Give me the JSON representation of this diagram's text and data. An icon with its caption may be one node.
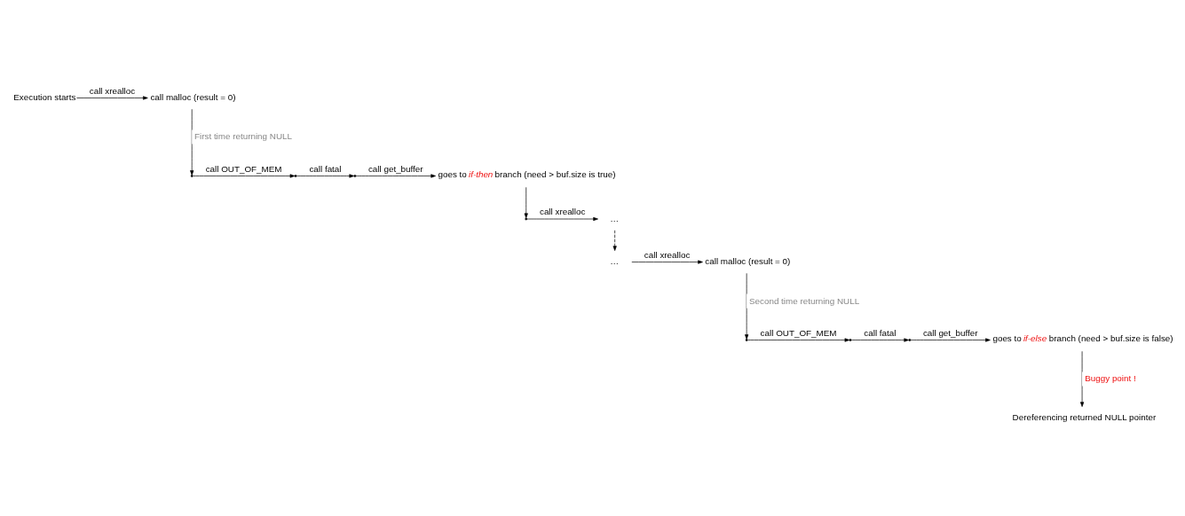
{
  "diagram": {
    "nodes": [
      {
        "text": [
          "Execution starts"
        ]
      },
      {
        "text": [
          "call malloc (result = 0)"
        ]
      },
      {
        "text": [],
        "shape": "point"
      },
      {
        "text": [],
        "shape": "point"
      },
      {
        "text": [],
        "shape": "point"
      },
      {
        "text": [
          "goes to *if-then* branch (need > buf.size is true)"
        ]
      },
      {
        "text": [],
        "shape": "point"
      },
      {
        "text": [
          "…"
        ]
      },
      {
        "text": [
          "…"
        ]
      },
      {
        "text": [
          "call malloc (result = 0)"
        ]
      },
      {
        "text": [],
        "shape": "point"
      },
      {
        "text": [],
        "shape": "point"
      },
      {
        "text": [],
        "shape": "point"
      },
      {
        "text": [
          "goes to *if-else* branch (need > buf.size is false)"
        ]
      },
      {
        "text": [
          "Dereferencing returned NULL pointer"
        ]
      }
    ],
    "edges": [
      {
        "from": 0,
        "to": 1,
        "arrow": "to",
        "label": "call xrealloc"
      },
      {
        "from": 1,
        "to": 2,
        "arrow": "to",
        "label": "First time returning NULL"
      },
      {
        "from": 2,
        "to": 3,
        "arrow": "to",
        "label": "call OUT_OF_MEM"
      },
      {
        "from": 3,
        "to": 4,
        "arrow": "to",
        "label": "call fatal"
      },
      {
        "from": 4,
        "to": 5,
        "arrow": "to",
        "label": "call get_buffer"
      },
      {
        "from": 5,
        "to": 6,
        "arrow": "to"
      },
      {
        "from": 6,
        "to": 7,
        "arrow": "to",
        "label": "call xrealloc"
      },
      {
        "from": 7,
        "to": 8,
        "arrow": "to",
        "style": "dashed"
      },
      {
        "from": 8,
        "to": 9,
        "arrow": "to",
        "label": "call xrealloc"
      },
      {
        "from": 9,
        "to": 10,
        "arrow": "to",
        "label": "Second time returning NULL"
      },
      {
        "from": 10,
        "to": 11,
        "arrow": "to",
        "label": "call OUT_OF_MEM"
      },
      {
        "from": 11,
        "to": 12,
        "arrow": "to",
        "label": "call fatal"
      },
      {
        "from": 12,
        "to": 13,
        "arrow": "to",
        "label": "call get_buffer"
      },
      {
        "from": 13,
        "to": 14,
        "arrow": "to",
        "label": "Buggy point !"
      }
    ]
  }
}
